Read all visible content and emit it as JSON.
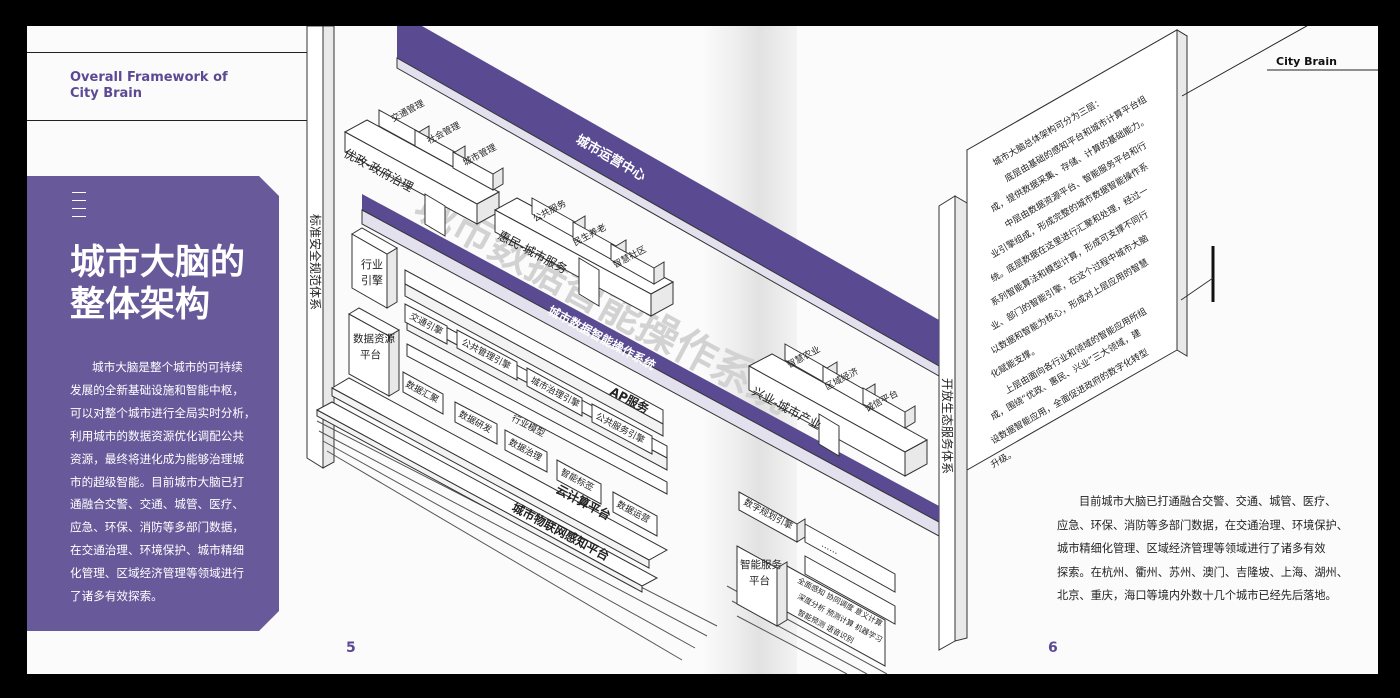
{
  "left_page": {
    "heading_en": [
      "Overall Framework of",
      "City Brain"
    ],
    "title_cn": [
      "城市大脑的",
      "整体架构"
    ],
    "paragraph_lines": [
      "城市大脑是整个城市的可持续",
      "发展的全新基础设施和智能中枢，",
      "可以对整个城市进行全局实时分析，",
      "利用城市的数据资源优化调配公共",
      "资源，最终将进化成为能够治理城",
      "市的超级智能。目前城市大脑已打",
      "通融合交警、交通、城管、医疗、",
      "应急、环保、消防等多部门数据，",
      "在交通治理、环境保护、城市精细",
      "化管理、区域经济管理等领域进行",
      "了诸多有效探索。"
    ],
    "page_number": "5"
  },
  "right_page": {
    "brand": "City Brain",
    "paragraph_lines": [
      "目前城市大脑已打通融合交警、交通、城管、医疗、",
      "应急、环保、消防等多部门数据，在交通治理、环境保护、",
      "城市精细化管理、区域经济管理等领域进行了诸多有效",
      "探索。在杭州、衢州、苏州、澳门、吉隆坡、上海、湖州、",
      "北京、重庆，海口等境内外数十几个城市已经先后落地。"
    ],
    "page_number": "6"
  },
  "diagram": {
    "ops_center": "城市运营中心",
    "os_band": "城市数据智能操作系统",
    "watermark": "城市数据智能操作系统",
    "left_pillar": "标准安全规范体系",
    "right_pillar": "开放生态服务体系",
    "gov": {
      "label": "优政-政府治理",
      "items": [
        "交通管理",
        "社会管理",
        "城市管理"
      ]
    },
    "people": {
      "label": "惠民-城市服务",
      "items": [
        "公共服务",
        "民生养老",
        "智慧社区"
      ]
    },
    "industry": {
      "label": "兴业-城市产业",
      "items": [
        "智慧农业",
        "区域经济",
        "诚信平台"
      ]
    },
    "industry_engine": [
      "行业",
      "引擎"
    ],
    "data_resource": [
      "数据资源",
      "平台"
    ],
    "smart_service": [
      "智能服务",
      "平台"
    ],
    "engines": [
      "交通引擎",
      "公共管理引擎",
      "城市治理引擎",
      "公共服务引擎"
    ],
    "ap_service": "AP服务",
    "data_ops": [
      "数据汇聚",
      "数据研发",
      "数据治理",
      "智能标签",
      "数据运营"
    ],
    "industry_model": "行业模型",
    "cloud": "云计算平台",
    "iot": "城市物联网感知平台",
    "digital_planning": "数字规划引擎",
    "ellipsis": "……",
    "smart_cols": [
      "全面感知 协同调度 意义计算",
      "深度分析 预测计算 机器学习",
      "智能预测 语音识别"
    ],
    "board_lines": [
      "城市大脑总体架构可分为三层：",
      "底层由基础的感知平台和城市计算平台组",
      "成，提供数据采集、存储、计算的基础能力。",
      "中层由数据资源平台、智能服务平台和行",
      "业引擎组成，形成完整的城市数据智能操作系",
      "统。底层数据在这里进行汇聚和处理，经过一",
      "系列智能算法和模型计算，形成可支撑不同行",
      "业、部门的智能引擎，在这个过程中城市大脑",
      "以数据和智能为核心，形成对上层应用的智慧",
      "化赋能支撑。",
      "上层由面向各行业和领域的智能应用所组",
      "成，围绕“优政、惠民、兴业”三大领域，建",
      "设数据智能应用，全面促进政府的数字化转型",
      "升级。"
    ]
  },
  "colors": {
    "accent": "#685a9a",
    "band": "#5a4a92",
    "heading": "#5b4a93"
  }
}
